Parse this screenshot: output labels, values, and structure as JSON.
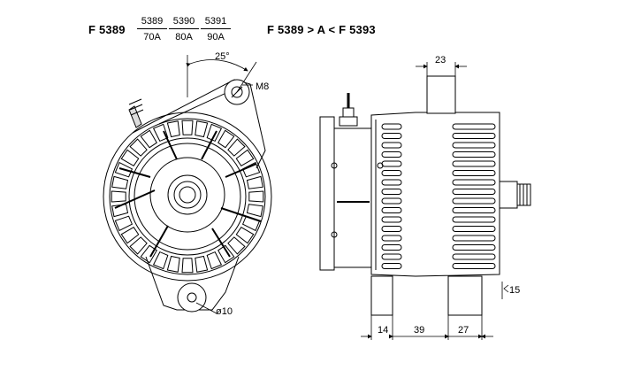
{
  "header": {
    "model": "F 5389",
    "range": "F 5389 > A < F 5393",
    "variants": [
      {
        "number": "5389",
        "amperage": "70A"
      },
      {
        "number": "5390",
        "amperage": "80A"
      },
      {
        "number": "5391",
        "amperage": "90A"
      }
    ]
  },
  "front_view": {
    "angle_label": "25°",
    "bolt_label": "M8",
    "hole_label": "ø10"
  },
  "side_view": {
    "top_width": "23",
    "bottom_dims": [
      "14",
      "39",
      "27"
    ],
    "side_dim": "15"
  }
}
